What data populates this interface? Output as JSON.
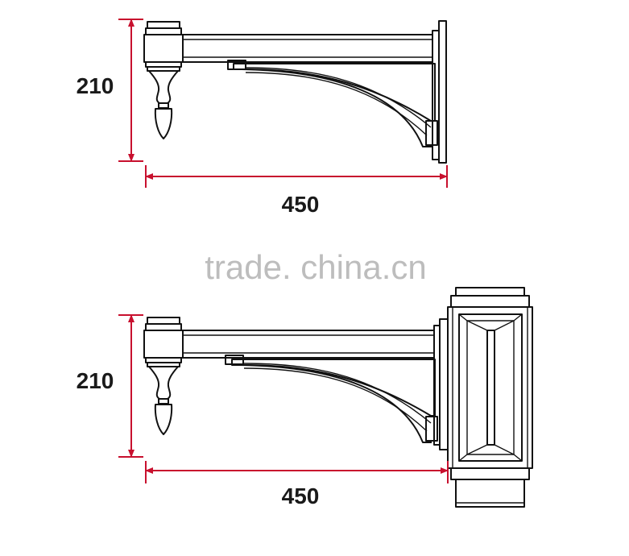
{
  "colors": {
    "ink": "#111111",
    "dimension": "#c8102e",
    "watermark": "#bdbdbd"
  },
  "watermark": "trade. china.cn",
  "top_drawing": {
    "height_label": "210",
    "width_label": "450"
  },
  "bottom_drawing": {
    "height_label": "210",
    "width_label": "450"
  }
}
